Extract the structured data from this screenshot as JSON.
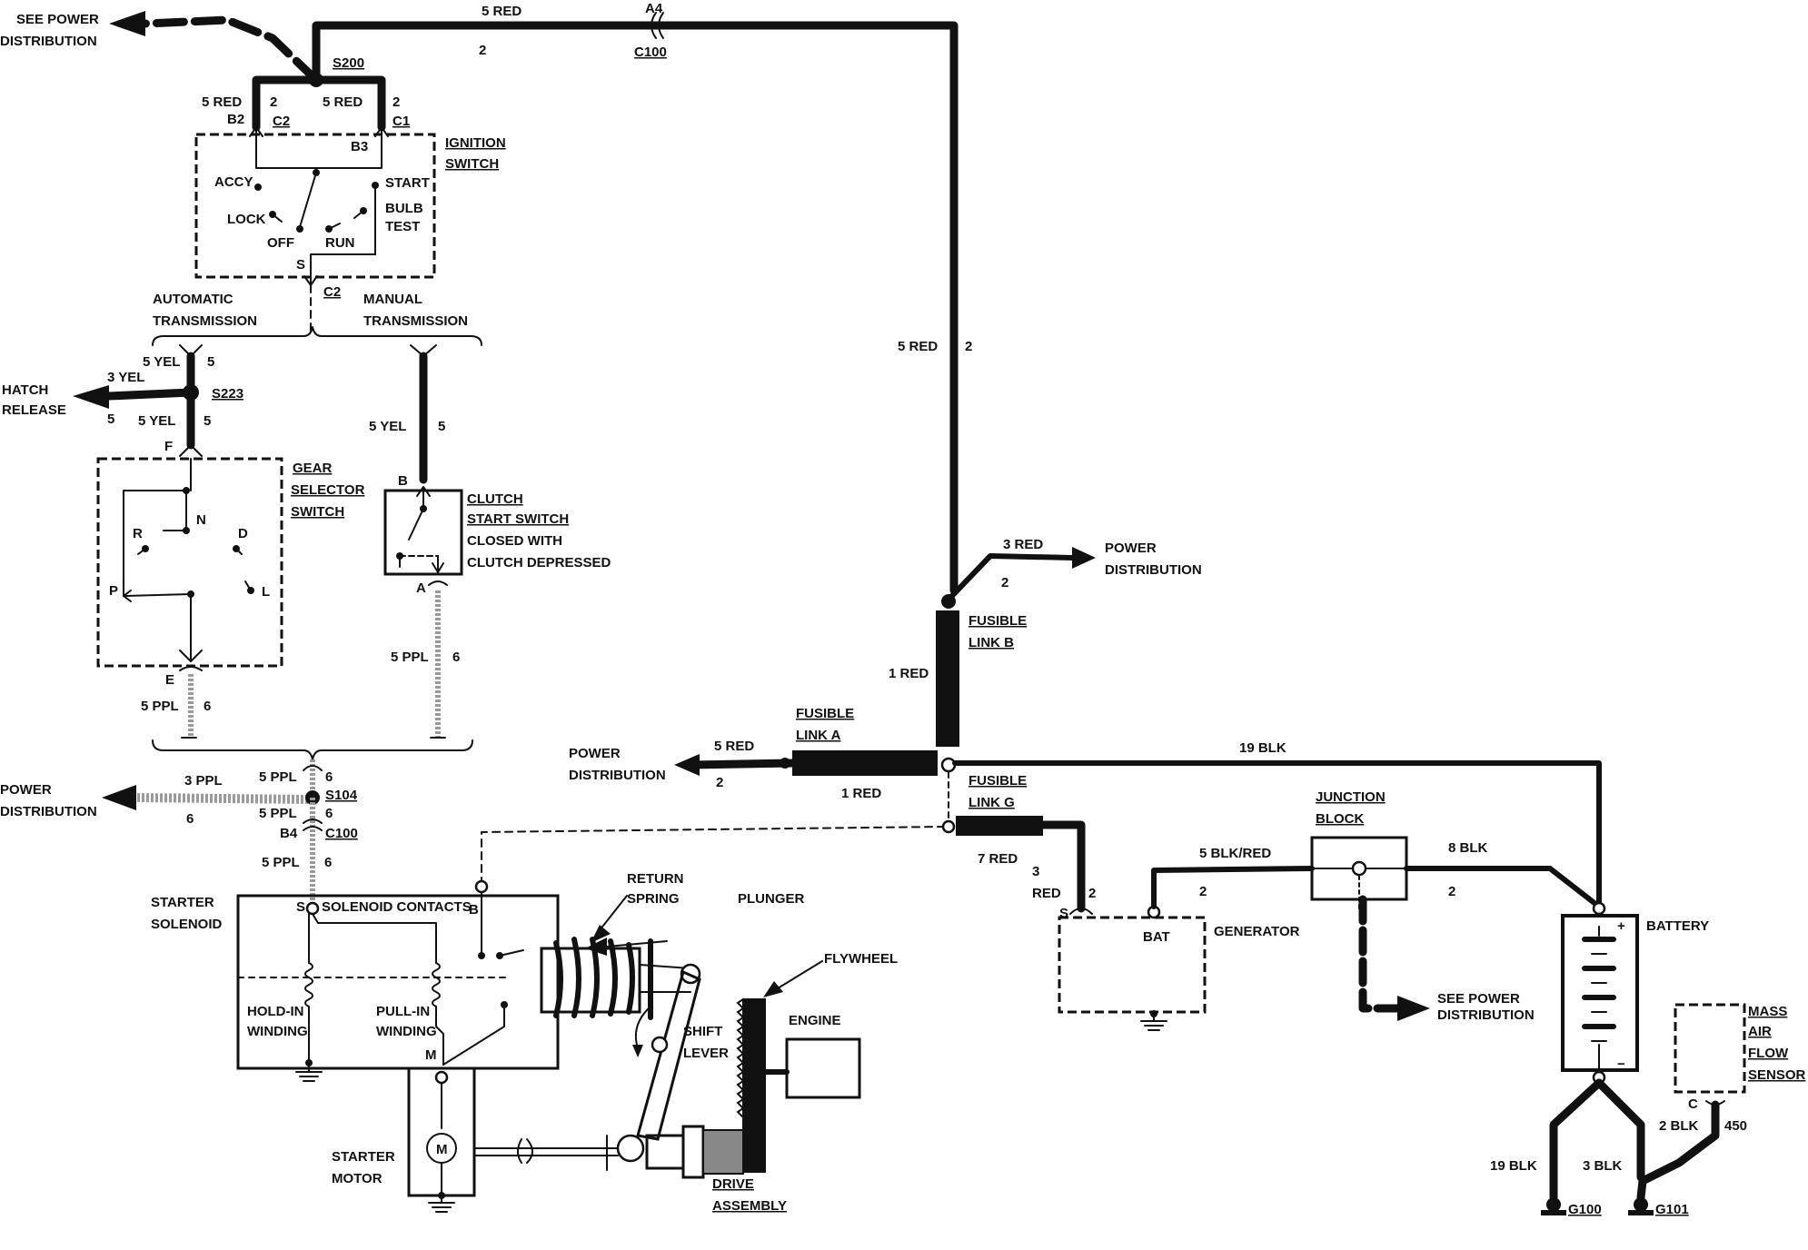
{
  "labels": {
    "see_power_top": [
      "SEE POWER",
      "DISTRIBUTION"
    ],
    "wire_top_5red": "5 RED",
    "wire_top_2": "2",
    "conn_a4": "A4",
    "conn_c100_top": "C100",
    "splice_s200": "S200",
    "left_5red": "5 RED",
    "left_2": "2",
    "mid_5red": "5 RED",
    "right_2": "2",
    "c2_top": "C2",
    "c1_top": "C1",
    "pin_b2": "B2",
    "pin_b3": "B3",
    "ignition_switch": [
      "IGNITION",
      "SWITCH"
    ],
    "accy": "ACCY",
    "lock": "LOCK",
    "off": "OFF",
    "run": "RUN",
    "start": "START",
    "bulb_test": [
      "BULB",
      "TEST"
    ],
    "pin_s": "S",
    "c2_bottom": "C2",
    "auto_trans": [
      "AUTOMATIC",
      "TRANSMISSION"
    ],
    "manual_trans": [
      "MANUAL",
      "TRANSMISSION"
    ],
    "yel_5_top": "5 YEL",
    "yel_5_top_n": "5",
    "hatch_release": [
      "HATCH",
      "RELEASE"
    ],
    "yel_3": "3 YEL",
    "yel_3_n": "5",
    "splice_s223": "S223",
    "yel_5_mid": "5 YEL",
    "yel_5_mid_n": "5",
    "pin_f": "F",
    "gear_selector": [
      "GEAR",
      "SELECTOR",
      "SWITCH"
    ],
    "gear_n": "N",
    "gear_r": "R",
    "gear_d": "D",
    "gear_p": "P",
    "gear_l": "L",
    "pin_e": "E",
    "ppl_5_left": "5 PPL",
    "ppl_5_left_n": "6",
    "manual_yel": "5 YEL",
    "manual_yel_n": "5",
    "pin_b": "B",
    "clutch_switch": [
      "CLUTCH",
      "START SWITCH",
      "CLOSED WITH",
      "CLUTCH DEPRESSED"
    ],
    "pin_a": "A",
    "ppl_5_right": "5 PPL",
    "ppl_5_right_n": "6",
    "power_dist_left": [
      "POWER",
      "DISTRIBUTION"
    ],
    "ppl_3": "3 PPL",
    "ppl_3_n": "6",
    "ppl_5_s104": "5 PPL",
    "ppl_5_s104_n": "6",
    "splice_s104": "S104",
    "ppl_5_b4": "5 PPL",
    "ppl_5_b4_n": "6",
    "pin_b4": "B4",
    "conn_c100_mid": "C100",
    "ppl_5_bottom": "5 PPL",
    "ppl_5_bottom_n": "6",
    "starter_solenoid": [
      "STARTER",
      "SOLENOID"
    ],
    "solenoid_s": "S",
    "solenoid_contacts": "SOLENOID CONTACTS",
    "solenoid_b": "B",
    "hold_in": [
      "HOLD-IN",
      "WINDING"
    ],
    "pull_in": [
      "PULL-IN",
      "WINDING"
    ],
    "solenoid_m": "M",
    "starter_motor": [
      "STARTER",
      "MOTOR"
    ],
    "motor_m": "M",
    "return_spring": [
      "RETURN",
      "SPRING"
    ],
    "plunger": "PLUNGER",
    "flywheel": "FLYWHEEL",
    "engine": "ENGINE",
    "shift_lever": [
      "SHIFT",
      "LEVER"
    ],
    "drive_assembly": [
      "DRIVE",
      "ASSEMBLY"
    ],
    "right_5red": "5 RED",
    "right_5red_n": "2",
    "red_3": "3 RED",
    "red_3_n": "2",
    "power_dist_right": [
      "POWER",
      "DISTRIBUTION"
    ],
    "fusible_b": [
      "FUSIBLE",
      "LINK B"
    ],
    "red_1_vert": "1 RED",
    "fusible_a": [
      "FUSIBLE",
      "LINK A"
    ],
    "power_dist_mid": [
      "POWER",
      "DISTRIBUTION"
    ],
    "red_5_a": "5 RED",
    "red_5_a_n": "2",
    "red_1_a": "1 RED",
    "blk_19_top": "19 BLK",
    "fusible_g": [
      "FUSIBLE",
      "LINK G"
    ],
    "red_7": "7 RED",
    "red_3_gen": [
      "3",
      "RED"
    ],
    "red_3_gen_n": "2",
    "gen_s": "S",
    "gen_bat": "BAT",
    "generator": "GENERATOR",
    "junction_block": [
      "JUNCTION",
      "BLOCK"
    ],
    "blk_red_5": "5 BLK/RED",
    "blk_red_5_n": "2",
    "blk_8": "8 BLK",
    "blk_8_n": "2",
    "see_power_right": [
      "SEE POWER",
      "DISTRIBUTION"
    ],
    "battery": "BATTERY",
    "batt_plus": "+",
    "batt_minus": "−",
    "maf": [
      "MASS",
      "AIR",
      "FLOW",
      "SENSOR"
    ],
    "maf_c": "C",
    "blk_2": "2 BLK",
    "blk_2_n": "450",
    "blk_19_bottom": "19 BLK",
    "blk_3": "3 BLK",
    "g100": "G100",
    "g101": "G101"
  }
}
